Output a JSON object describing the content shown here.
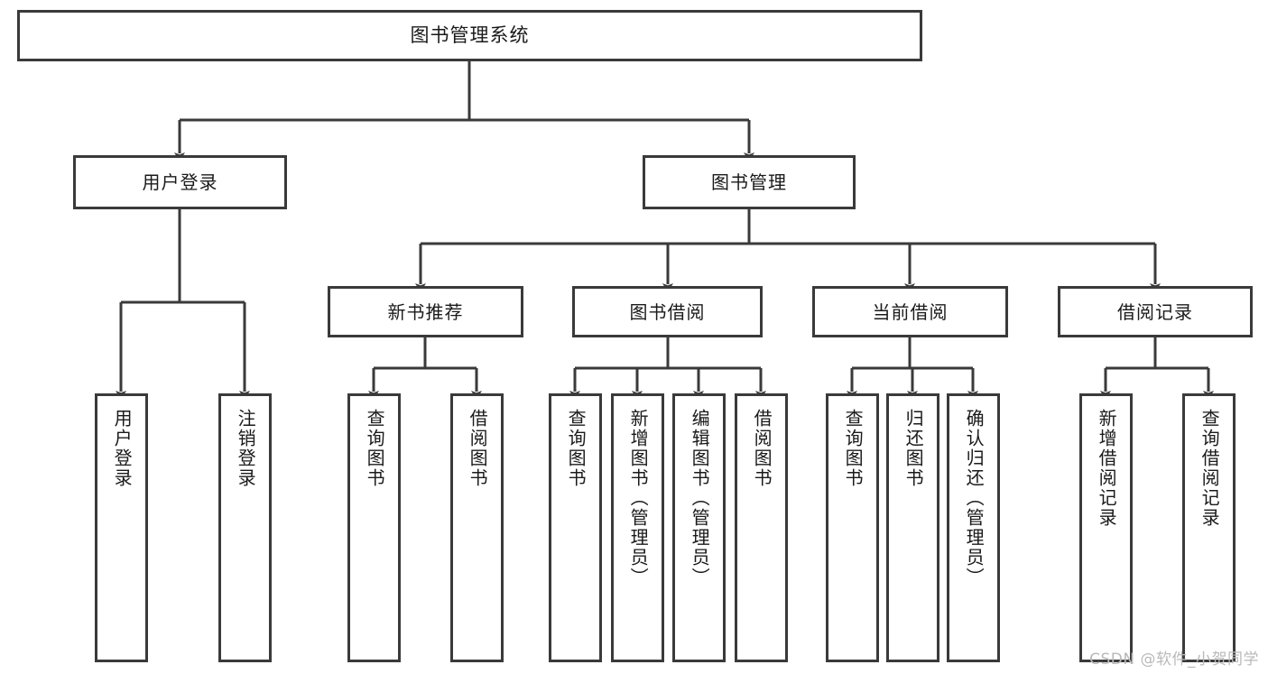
{
  "diagram": {
    "kind": "tree-hierarchy-diagram",
    "title_node": "图书管理系统",
    "background_color": "#ffffff",
    "line_color": "#3a3a3a",
    "text_color": "#1a1a1a",
    "watermark": "CSDN @软件_小贺同学",
    "levels": {
      "level1": [
        {
          "id": "root",
          "label": "图书管理系统"
        }
      ],
      "level2": [
        {
          "id": "login",
          "label": "用户登录"
        },
        {
          "id": "bookmgmt",
          "label": "图书管理"
        }
      ],
      "level3": [
        {
          "id": "newbook",
          "label": "新书推荐"
        },
        {
          "id": "borrow",
          "label": "图书借阅"
        },
        {
          "id": "current",
          "label": "当前借阅"
        },
        {
          "id": "records",
          "label": "借阅记录"
        }
      ],
      "level4": [
        {
          "id": "leaf-user-login",
          "label": "用户登录",
          "parent": "login"
        },
        {
          "id": "leaf-logout",
          "label": "注销登录",
          "parent": "login"
        },
        {
          "id": "leaf-query-book-1",
          "label": "查询图书",
          "parent": "newbook"
        },
        {
          "id": "leaf-borrow-book-1",
          "label": "借阅图书",
          "parent": "newbook"
        },
        {
          "id": "leaf-query-book-2",
          "label": "查询图书",
          "parent": "borrow"
        },
        {
          "id": "leaf-add-book",
          "label": "新增图书（管理员）",
          "parent": "borrow"
        },
        {
          "id": "leaf-edit-book",
          "label": "编辑图书（管理员）",
          "parent": "borrow"
        },
        {
          "id": "leaf-borrow-book-2",
          "label": "借阅图书",
          "parent": "borrow"
        },
        {
          "id": "leaf-query-book-3",
          "label": "查询图书",
          "parent": "current"
        },
        {
          "id": "leaf-return-book",
          "label": "归还图书",
          "parent": "current"
        },
        {
          "id": "leaf-confirm-return",
          "label": "确认归还（管理员）",
          "parent": "current"
        },
        {
          "id": "leaf-add-record",
          "label": "新增借阅记录",
          "parent": "records"
        },
        {
          "id": "leaf-query-record",
          "label": "查询借阅记录",
          "parent": "records"
        }
      ]
    }
  }
}
